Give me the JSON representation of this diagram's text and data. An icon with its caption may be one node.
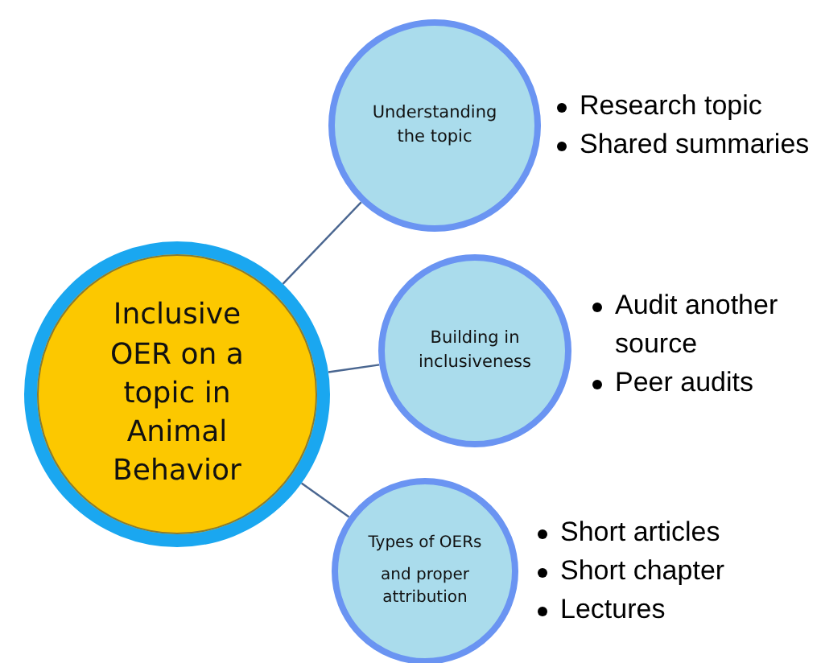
{
  "diagram": {
    "nodes": [
      {
        "text": [
          "Inclusive OER on a topic in Animal Behavior"
        ]
      },
      {
        "text": [
          "Understanding the topic"
        ],
        "beside": [
          "Research topic",
          "Shared summaries"
        ]
      },
      {
        "text": [
          "Building in inclusiveness"
        ],
        "beside": [
          "Audit another source",
          "Peer audits"
        ]
      },
      {
        "text": [
          "Types of OERs",
          "and proper attribution"
        ],
        "beside": [
          "Short articles",
          "Short chapter",
          "Lectures"
        ]
      }
    ],
    "edges": [
      {
        "from": 0,
        "to": 1,
        "arrow": "none"
      },
      {
        "from": 0,
        "to": 2,
        "arrow": "none"
      },
      {
        "from": 0,
        "to": 3,
        "arrow": "none"
      }
    ]
  }
}
